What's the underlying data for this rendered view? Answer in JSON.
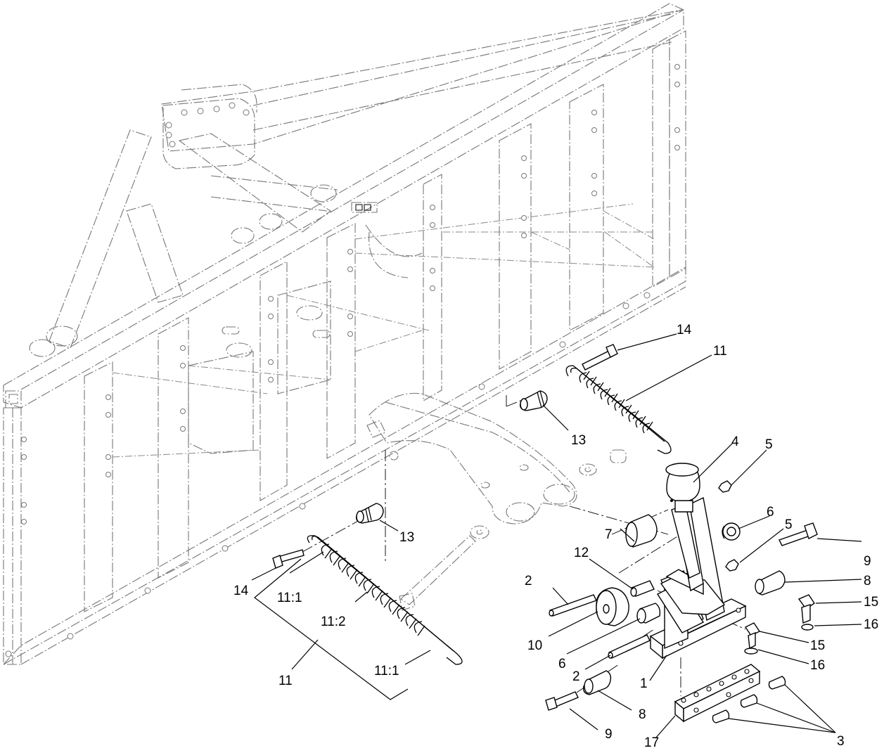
{
  "callouts": {
    "c14a": "14",
    "c11a": "11",
    "c13a": "13",
    "c4": "4",
    "c5a": "5",
    "c6a": "6",
    "c5b": "5",
    "c7": "7",
    "c12": "12",
    "c9a": "9",
    "c8a": "8",
    "c15a": "15",
    "c16a": "16",
    "c2a": "2",
    "c10": "10",
    "c15b": "15",
    "c16b": "16",
    "c6b": "6",
    "c2b": "2",
    "c1": "1",
    "c8b": "8",
    "c9b": "9",
    "c17": "17",
    "c3": "3",
    "c13b": "13",
    "c14b": "14",
    "c11_1a": "11:1",
    "c11_2": "11:2",
    "c11_1b": "11:1",
    "c11b": "11"
  }
}
